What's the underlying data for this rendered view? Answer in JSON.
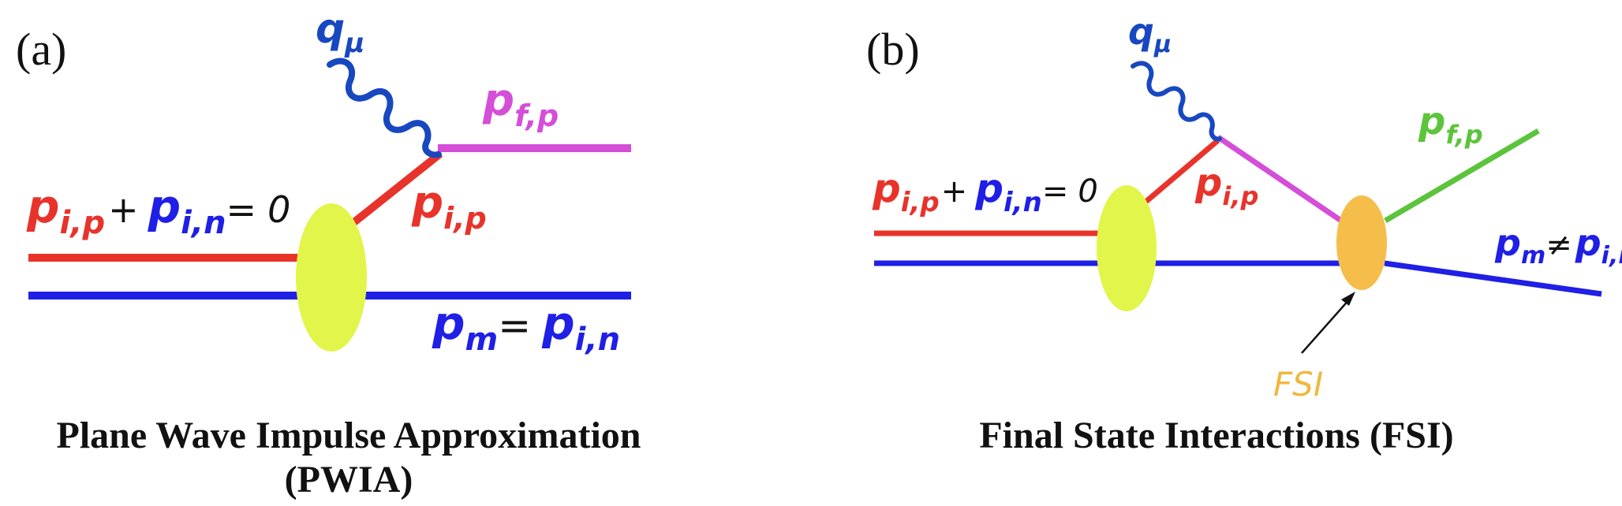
{
  "panels": [
    {
      "tag": "(a)",
      "caption_line1": "Plane Wave Impulse Approximation",
      "caption_line2": "(PWIA)",
      "photon": {
        "base": "q",
        "sub": "μ"
      },
      "outgoing_proton": {
        "base": "p",
        "sub": "f,p"
      },
      "struck_proton": {
        "base": "p",
        "sub": "i,p"
      },
      "initial_sum": {
        "p_base": "p",
        "p_sub": "i,p",
        "plus": "+",
        "n_base": "p",
        "n_sub": "i,n",
        "equals": "=",
        "zero": "0"
      },
      "missing": {
        "base": "p",
        "sub": "m",
        "equals": "=",
        "rhs_base": "p",
        "rhs_sub": "i,n"
      }
    },
    {
      "tag": "(b)",
      "caption": "Final State Interactions (FSI)",
      "photon": {
        "base": "q",
        "sub": "μ"
      },
      "outgoing_proton": {
        "base": "p",
        "sub": "f,p"
      },
      "struck_proton": {
        "base": "p",
        "sub": "i,p"
      },
      "initial_sum": {
        "p_base": "p",
        "p_sub": "i,p",
        "plus": "+",
        "n_base": "p",
        "n_sub": "i,n",
        "equals": "=",
        "zero": "0"
      },
      "missing": {
        "base": "p",
        "sub": "m",
        "neq": "≠",
        "rhs_base": "p",
        "rhs_sub": "i,n"
      },
      "fsi_label": "FSI"
    }
  ],
  "colors": {
    "proton": "#e8332a",
    "neutron": "#1f1fe6",
    "photon": "#1848c0",
    "outgoing_a": "#d44ed8",
    "outgoing_b": "#5cc43c",
    "blob": "#e2f54a",
    "fsi_blob": "#f5bd4a",
    "fsi_text": "#f0b840",
    "text": "#111111"
  }
}
